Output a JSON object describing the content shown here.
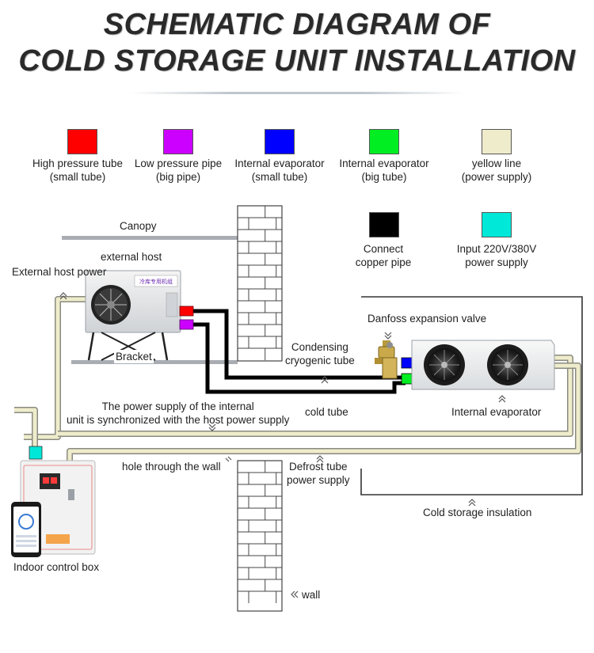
{
  "title": {
    "line1": "SCHEMATIC DIAGRAM OF",
    "line2": "COLD STORAGE UNIT INSTALLATION"
  },
  "legend": [
    {
      "label": "High pressure tube\n(small tube)",
      "color": "#ff0000"
    },
    {
      "label": "Low pressure pipe\n(big pipe)",
      "color": "#cc00ff"
    },
    {
      "label": "Internal evaporator\n(small tube)",
      "color": "#0000ff"
    },
    {
      "label": "Internal evaporator\n(big tube)",
      "color": "#00ee22"
    },
    {
      "label": "yellow line\n(power supply)",
      "color": "#efeccc"
    },
    {
      "label": "Connect\ncopper pipe",
      "color": "#000000"
    },
    {
      "label": "Input 220V/380V\npower supply",
      "color": "#00e8d8"
    }
  ],
  "labels": {
    "canopy": "Canopy",
    "external_host": "external host",
    "external_host_power": "External host power",
    "bracket": "Bracket",
    "condensing": "Condensing\ncryogenic tube",
    "danfoss": "Danfoss expansion valve",
    "cold_tube": "cold tube",
    "internal_evaporator": "Internal evaporator",
    "power_sync": "The power supply of the internal\nunit is synchronized with the host power supply",
    "hole": "hole through the wall",
    "defrost": "Defrost tube\npower supply",
    "insulation": "Cold storage insulation",
    "indoor_box": "Indoor control box",
    "wall": "wall",
    "host_nameplate": "冷库专用机组"
  },
  "colors": {
    "yellow_line": "#efeccc",
    "yellow_border": "#8a8a80",
    "brick_line": "#444444",
    "accent_title": "#2a2a2a"
  }
}
